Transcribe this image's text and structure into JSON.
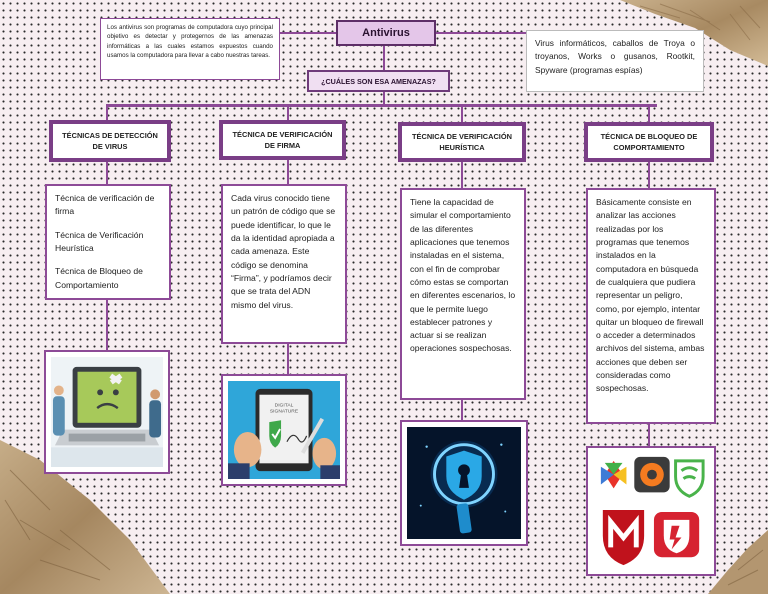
{
  "title": "Antivirus",
  "description": "Los antivirus son programas de computadora cuyo principal objetivo es detectar y protegernos de las amenazas informáticas a las cuales estamos expuestos cuando usamos la computadora para llevar a cabo nuestras tareas.",
  "threats_question": "¿CUÁLES SON ESA AMENAZAS?",
  "threats_answer": "Virus informáticos, caballos de Troya o troyanos, Works o gusanos, Rootkit, Spyware (programas espías)",
  "techniques": [
    {
      "header": "TÉCNICAS DE DETECCIÓN DE VIRUS",
      "items": [
        "Técnica de verificación de firma",
        "Técnica de Verificación Heurística",
        "Técnica de Bloqueo de Comportamiento"
      ]
    },
    {
      "header": "TÉCNICA DE VERIFICACIÓN DE FIRMA",
      "body": "Cada virus conocido tiene un patrón de código que se puede identificar, lo que le da la identidad apropiada a cada amenaza. Este código se denomina “Firma”, y podríamos decir que se trata del ADN mismo del virus."
    },
    {
      "header": "TÉCNICA DE VERIFICACIÓN HEURÍSTICA",
      "body": "Tiene la capacidad de simular el comportamiento de las diferentes aplicaciones que tenemos instaladas en el sistema, con el fin de comprobar cómo estas se comportan en diferentes escenarios, lo que le permite luego establecer patrones y actuar si se realizan operaciones sospechosas."
    },
    {
      "header": "TÉCNICA DE BLOQUEO DE COMPORTAMIENTO",
      "body": "Básicamente consiste en analizar las acciones realizadas por los programas que tenemos instalados en la computadora en búsqueda de cualquiera que pudiera representar un peligro, como, por ejemplo, intentar quitar un bloqueo de firewall o acceder a determinados archivos del sistema, ambas acciones que deben ser consideradas como sospechosas."
    }
  ],
  "tablet_text": [
    "DIGITAL",
    "SIGNATURE"
  ],
  "colors": {
    "accent": "#8d4a97",
    "title_bg": "#e4c6e9",
    "paper": "#b49873"
  },
  "icons": [
    "laptop-virus-illustration",
    "digital-signature-tablet",
    "keyhole-shield-magnifier",
    "antivirus-app-icons"
  ]
}
